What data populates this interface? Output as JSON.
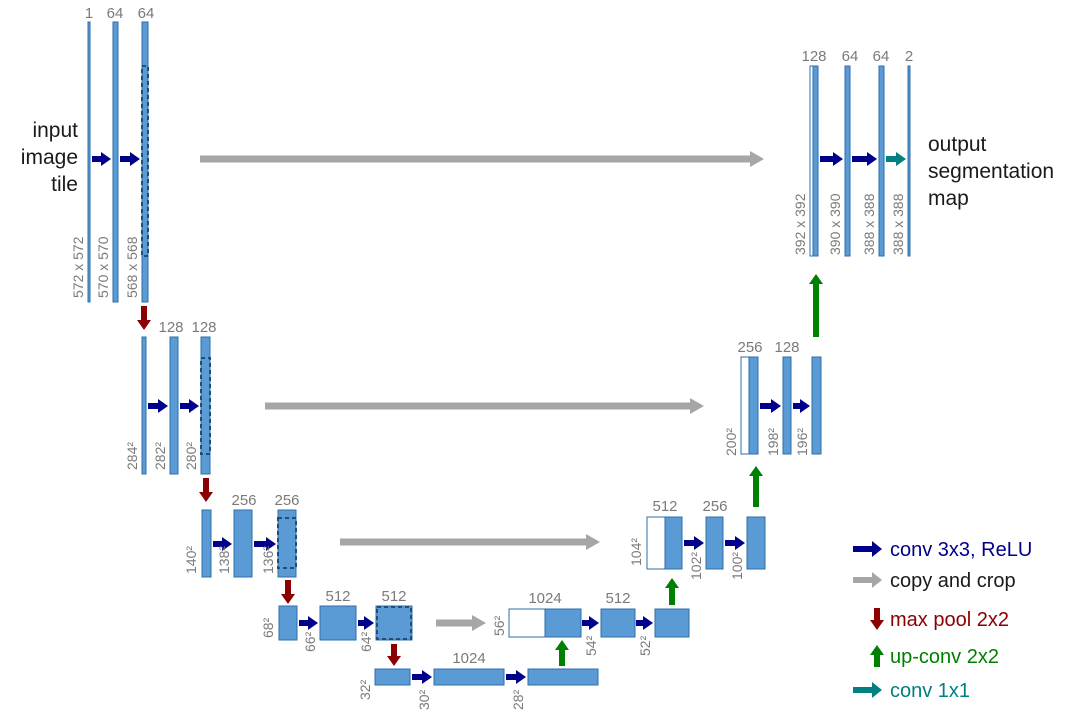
{
  "input_label": [
    "input",
    "image",
    "tile"
  ],
  "output_label": [
    "output",
    "segmentation",
    "map"
  ],
  "channels": {
    "l1": [
      "1",
      "64",
      "64"
    ],
    "l2": [
      "128",
      "128"
    ],
    "l3": [
      "256",
      "256"
    ],
    "l4": [
      "512",
      "512"
    ],
    "l5": [
      "1024"
    ],
    "r4": [
      "1024",
      "512"
    ],
    "r3": [
      "512",
      "256"
    ],
    "r2": [
      "256",
      "128"
    ],
    "r1": [
      "128",
      "64",
      "64",
      "2"
    ]
  },
  "dims": {
    "l1": [
      "572 x 572",
      "570 x 570",
      "568 x 568"
    ],
    "l2": [
      "284²",
      "282²",
      "280²"
    ],
    "l3": [
      "140²",
      "138²",
      "136²"
    ],
    "l4": [
      "68²",
      "66²",
      "64²"
    ],
    "l5": [
      "32²",
      "30²",
      "28²"
    ],
    "r4": [
      "56²",
      "54²",
      "52²"
    ],
    "r3": [
      "104²",
      "102²",
      "100²"
    ],
    "r2": [
      "200²",
      "198²",
      "196²"
    ],
    "r1": [
      "392 x 392",
      "390 x 390",
      "388 x 388",
      "388 x 388"
    ]
  },
  "legend": [
    {
      "label": "conv 3x3, ReLU",
      "color": "#00008b",
      "icon": "arrow-right-icon"
    },
    {
      "label": "copy and crop",
      "color": "#a6a6a6",
      "icon": "arrow-right-icon"
    },
    {
      "label": "max pool 2x2",
      "color": "#8b0000",
      "icon": "arrow-down-icon"
    },
    {
      "label": "up-conv 2x2",
      "color": "#008000",
      "icon": "arrow-up-icon"
    },
    {
      "label": "conv 1x1",
      "color": "#008080",
      "icon": "arrow-right-icon"
    }
  ]
}
